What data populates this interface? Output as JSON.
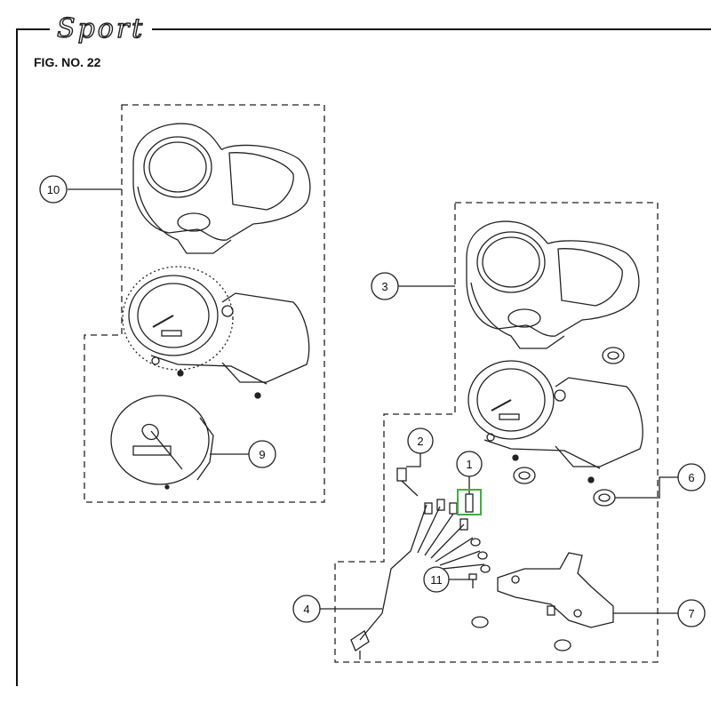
{
  "header": {
    "brand": "Sport",
    "figure_label": "FIG. NO. 22"
  },
  "callouts": [
    {
      "number": "1"
    },
    {
      "number": "2"
    },
    {
      "number": "3"
    },
    {
      "number": "4"
    },
    {
      "number": "6"
    },
    {
      "number": "7"
    },
    {
      "number": "9"
    },
    {
      "number": "10"
    },
    {
      "number": "11"
    }
  ],
  "colors": {
    "highlight": "#3cb043",
    "line": "#222222"
  }
}
